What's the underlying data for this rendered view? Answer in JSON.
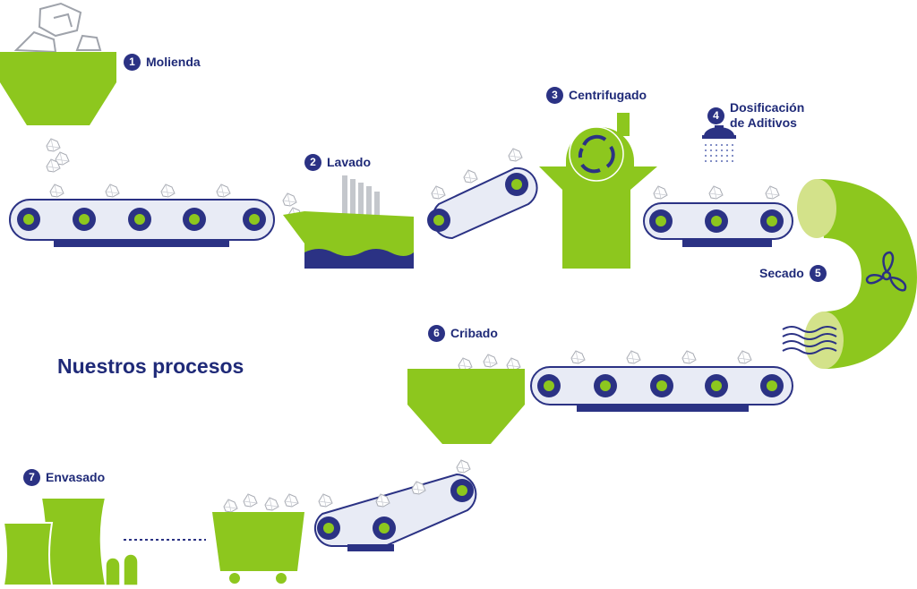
{
  "title": "Nuestros procesos",
  "steps": [
    {
      "number": "1",
      "label": "Molienda"
    },
    {
      "number": "2",
      "label": "Lavado"
    },
    {
      "number": "3",
      "label": "Centrifugado"
    },
    {
      "number": "4",
      "label_line1": "Dosificación",
      "label_line2": "de Aditivos"
    },
    {
      "number": "5",
      "label": "Secado"
    },
    {
      "number": "6",
      "label": "Cribado"
    },
    {
      "number": "7",
      "label": "Envasado"
    }
  ],
  "colors": {
    "green": "#8dc71e",
    "light_green": "#d3e28a",
    "navy": "#2b3284",
    "belt": "#e8ebf5",
    "flake": "#b9bcc4"
  }
}
